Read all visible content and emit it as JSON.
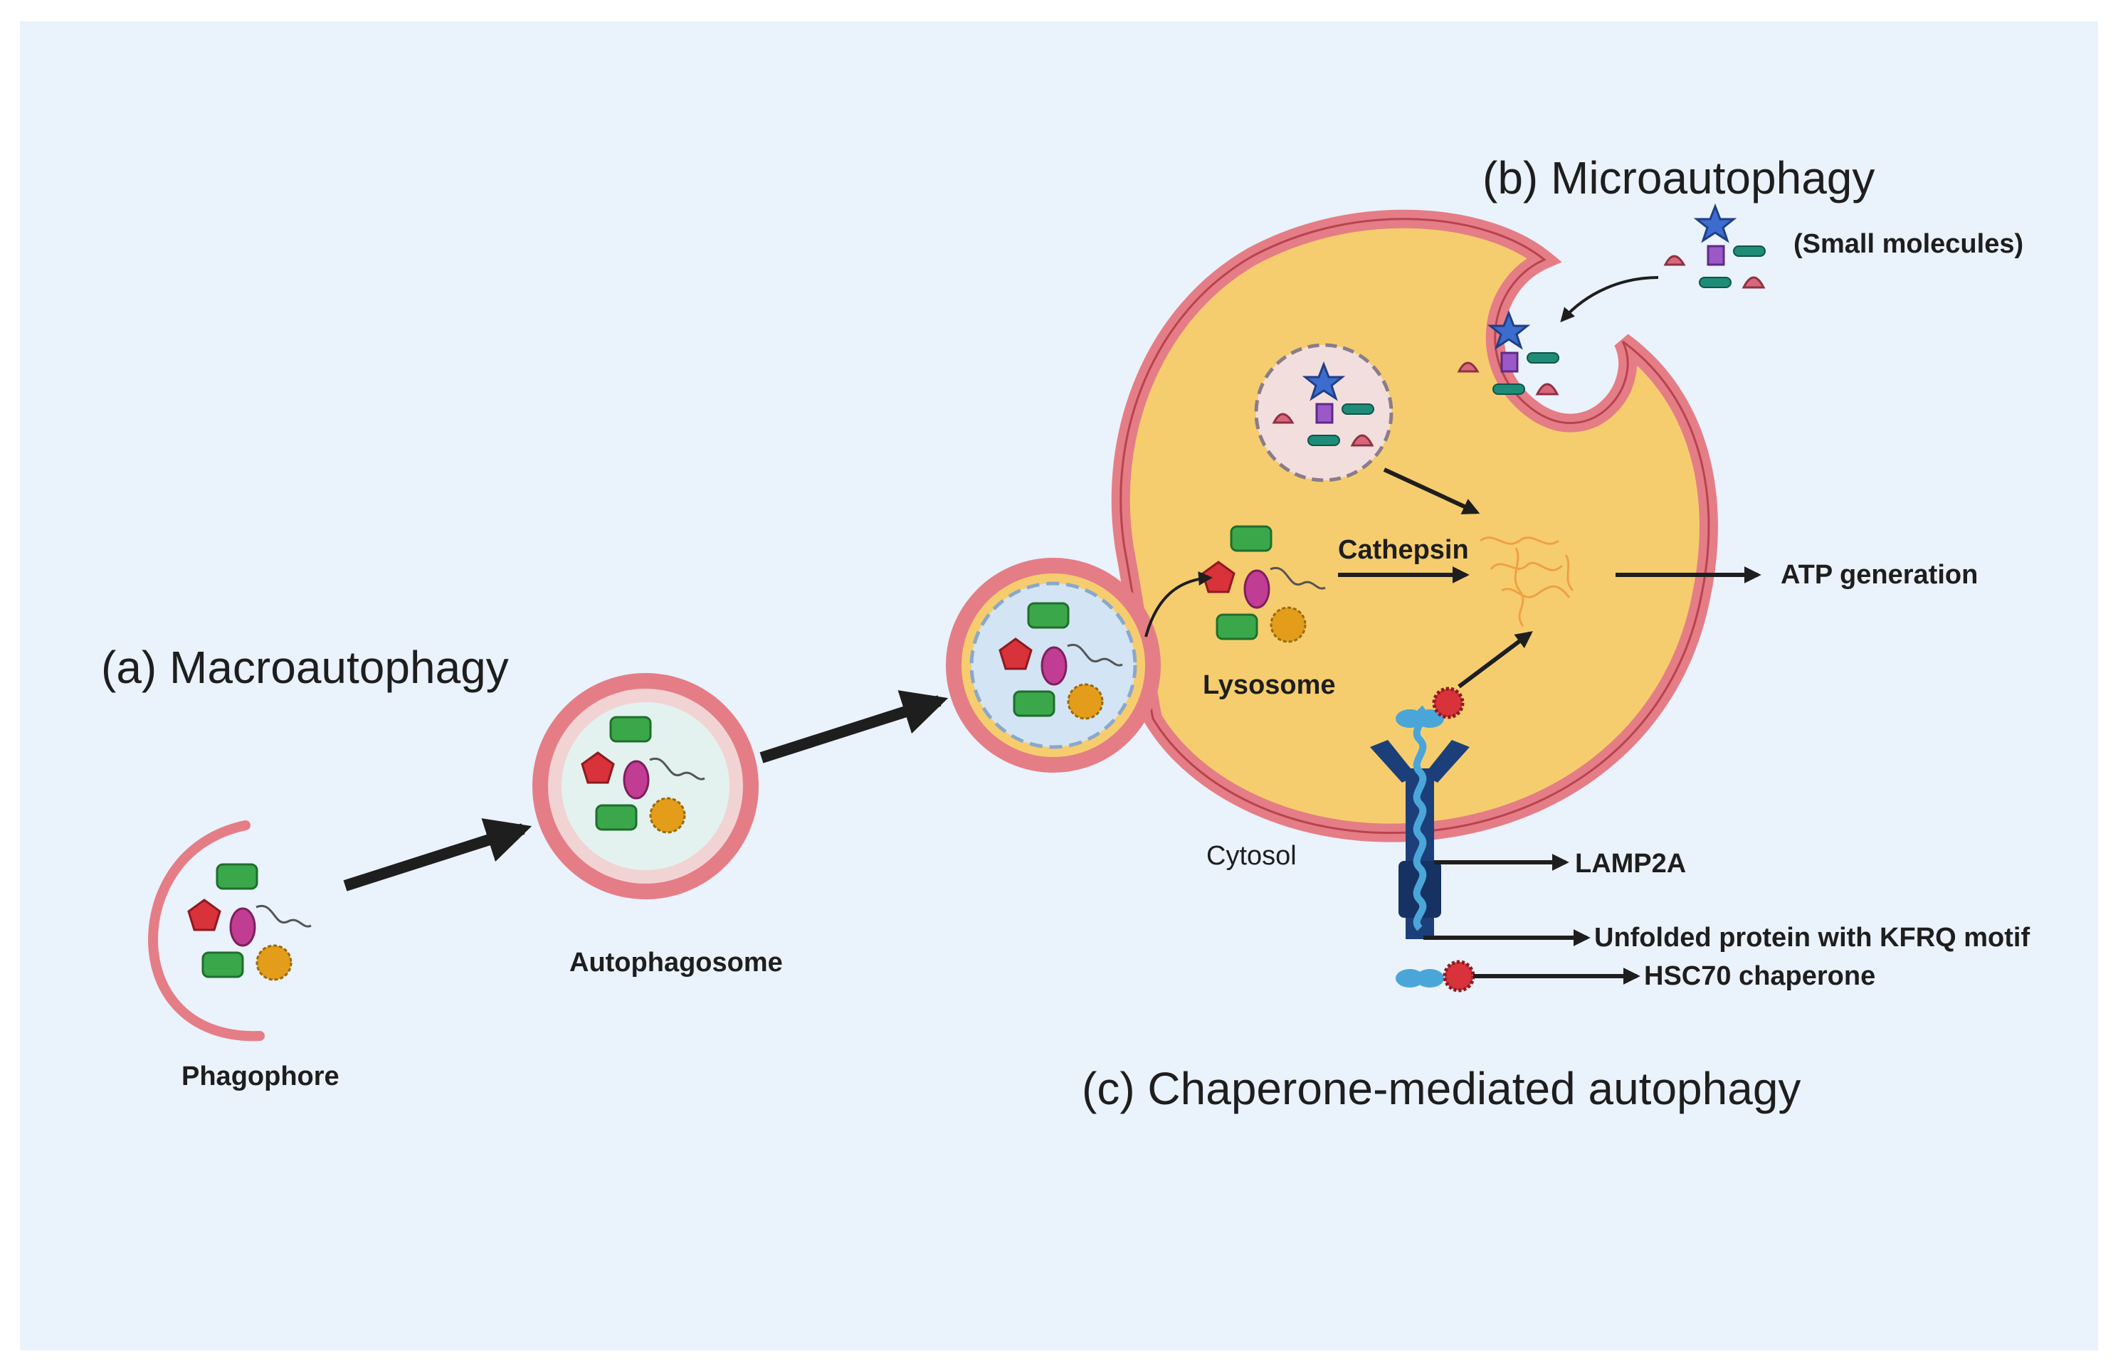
{
  "titles": {
    "macro": "(a) Macroautophagy",
    "micro": "(b) Microautophagy",
    "cma": "(c) Chaperone-mediated autophagy"
  },
  "labels": {
    "phagophore": "Phagophore",
    "autophagosome": "Autophagosome",
    "lysosome": "Lysosome",
    "cytosol": "Cytosol",
    "cathepsin": "Cathepsin",
    "atp": "ATP generation",
    "small_molecules": "(Small molecules)",
    "lamp2a": "LAMP2A",
    "unfolded": "Unfolded protein with KFRQ motif",
    "hsc70": "HSC70 chaperone"
  },
  "colors": {
    "background": "#eaf2fb",
    "membrane": "#e57d86",
    "lysosome_fill": "#f6cd6e",
    "cargo_green": "#3aa84a",
    "cargo_red": "#d8323a",
    "cargo_magenta": "#c13c93",
    "cargo_orange": "#e39d1a",
    "star_blue": "#3d6ccf",
    "square_purple": "#9b59c8",
    "teal": "#1e8c78",
    "pink": "#d9677b",
    "lamp2a_blue": "#1c3f7a",
    "hsc70_blue": "#4aa6d8"
  }
}
